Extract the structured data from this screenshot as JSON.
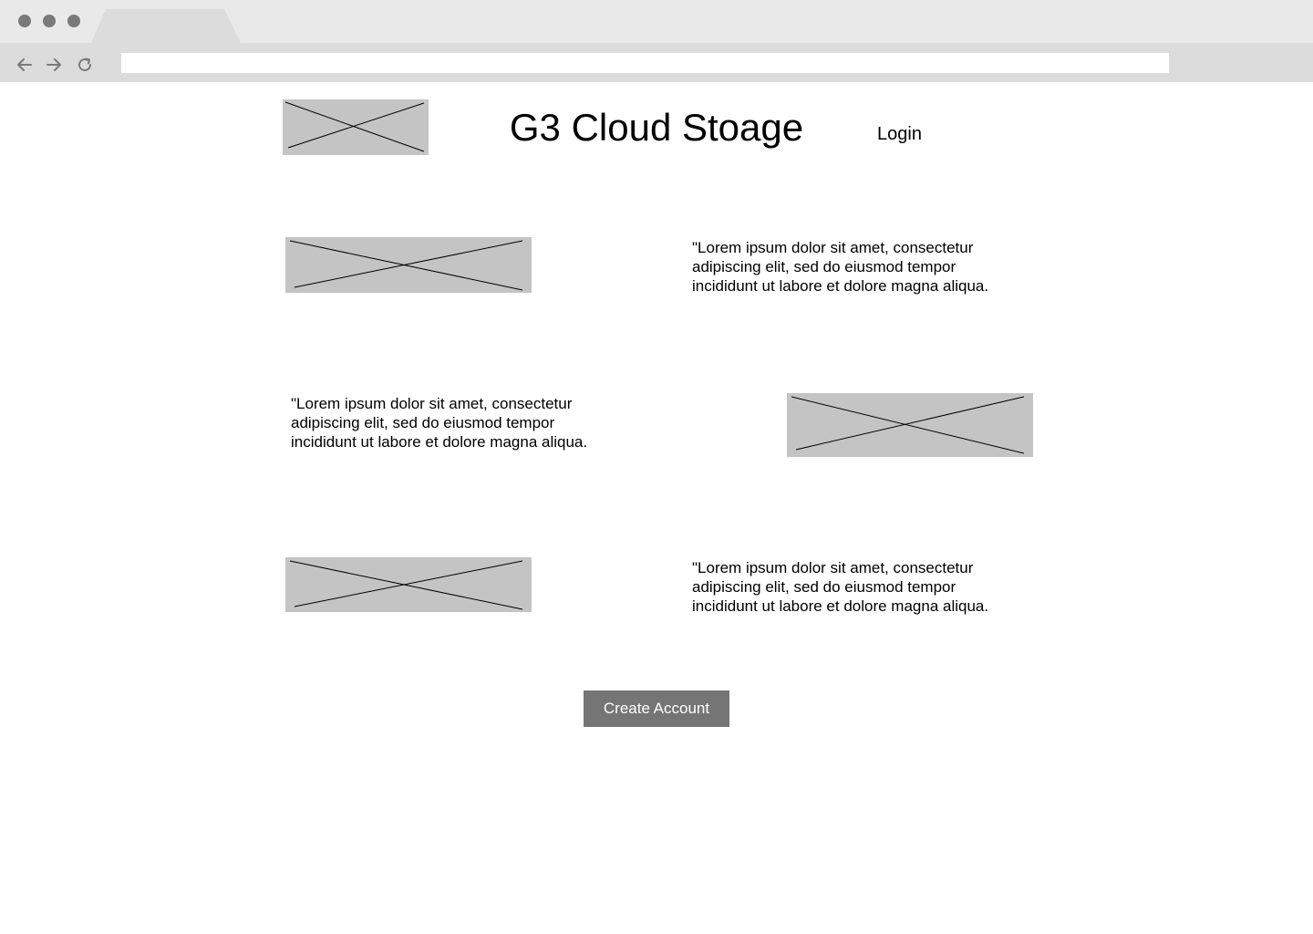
{
  "browser": {
    "url": "",
    "controls": {
      "back_icon": "arrow-left-icon",
      "forward_icon": "arrow-right-icon",
      "reload_icon": "reload-icon"
    }
  },
  "header": {
    "title": "G3 Cloud Stoage",
    "login_label": "Login"
  },
  "features": [
    {
      "text": "\"Lorem ipsum dolor sit amet, consectetur adipiscing elit, sed do eiusmod tempor incididunt ut labore et dolore magna aliqua."
    },
    {
      "text": "\"Lorem ipsum dolor sit amet, consectetur adipiscing elit, sed do eiusmod tempor incididunt ut labore et dolore magna aliqua."
    },
    {
      "text": "\"Lorem ipsum dolor sit amet, consectetur adipiscing elit, sed do eiusmod tempor incididunt ut labore et dolore magna aliqua."
    }
  ],
  "cta": {
    "label": "Create Account"
  },
  "colors": {
    "chrome_dark": "#e9e9e9",
    "chrome_light": "#dcdcdc",
    "placeholder": "#c4c4c4",
    "button": "#757575",
    "button_text": "#ffffff"
  }
}
